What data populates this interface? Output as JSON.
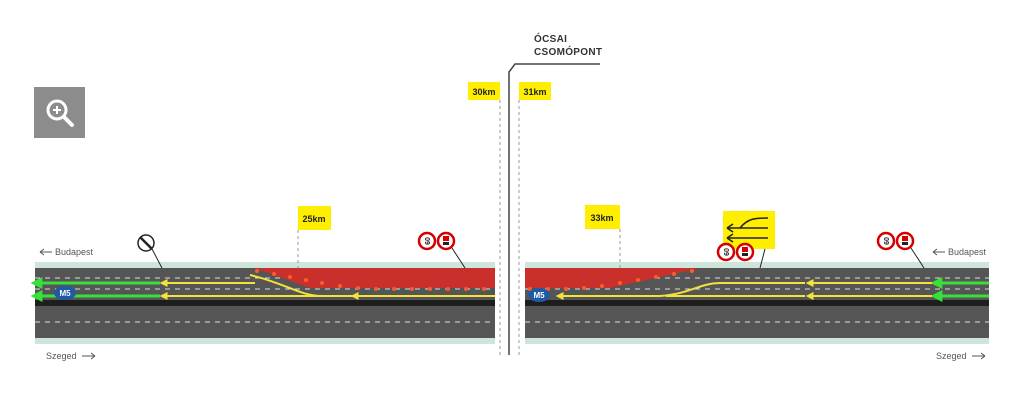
{
  "junction": {
    "line1": "ÓCSAI",
    "line2": "CSOMÓPONT"
  },
  "km_markers": {
    "km30": "30km",
    "km31": "31km",
    "km25": "25km",
    "km33": "33km"
  },
  "directions": {
    "left_budapest": "Budapest",
    "right_budapest": "Budapest",
    "left_szeged": "Szeged",
    "right_szeged": "Szeged"
  },
  "road_shield": {
    "left": "M5",
    "right": "M5"
  },
  "speed_limits": {
    "value": "60"
  },
  "icons": {
    "zoom": "zoom-in-icon",
    "end_restrictions": "end-of-restrictions-sign-icon",
    "overtaking": "no-overtaking-sign-icon",
    "lane_closure": "lane-merge-sign-icon"
  },
  "colors": {
    "road": "#555555",
    "road_dark": "#2a2a2a",
    "shoulder": "#cfe5dc",
    "works_zone": "#c9302c",
    "marker_yellow": "#ffee00",
    "traffic_green": "#39e03a",
    "traffic_yellow": "#f2e33a",
    "shield_blue": "#1f5aa6",
    "sign_red": "#d40000"
  }
}
